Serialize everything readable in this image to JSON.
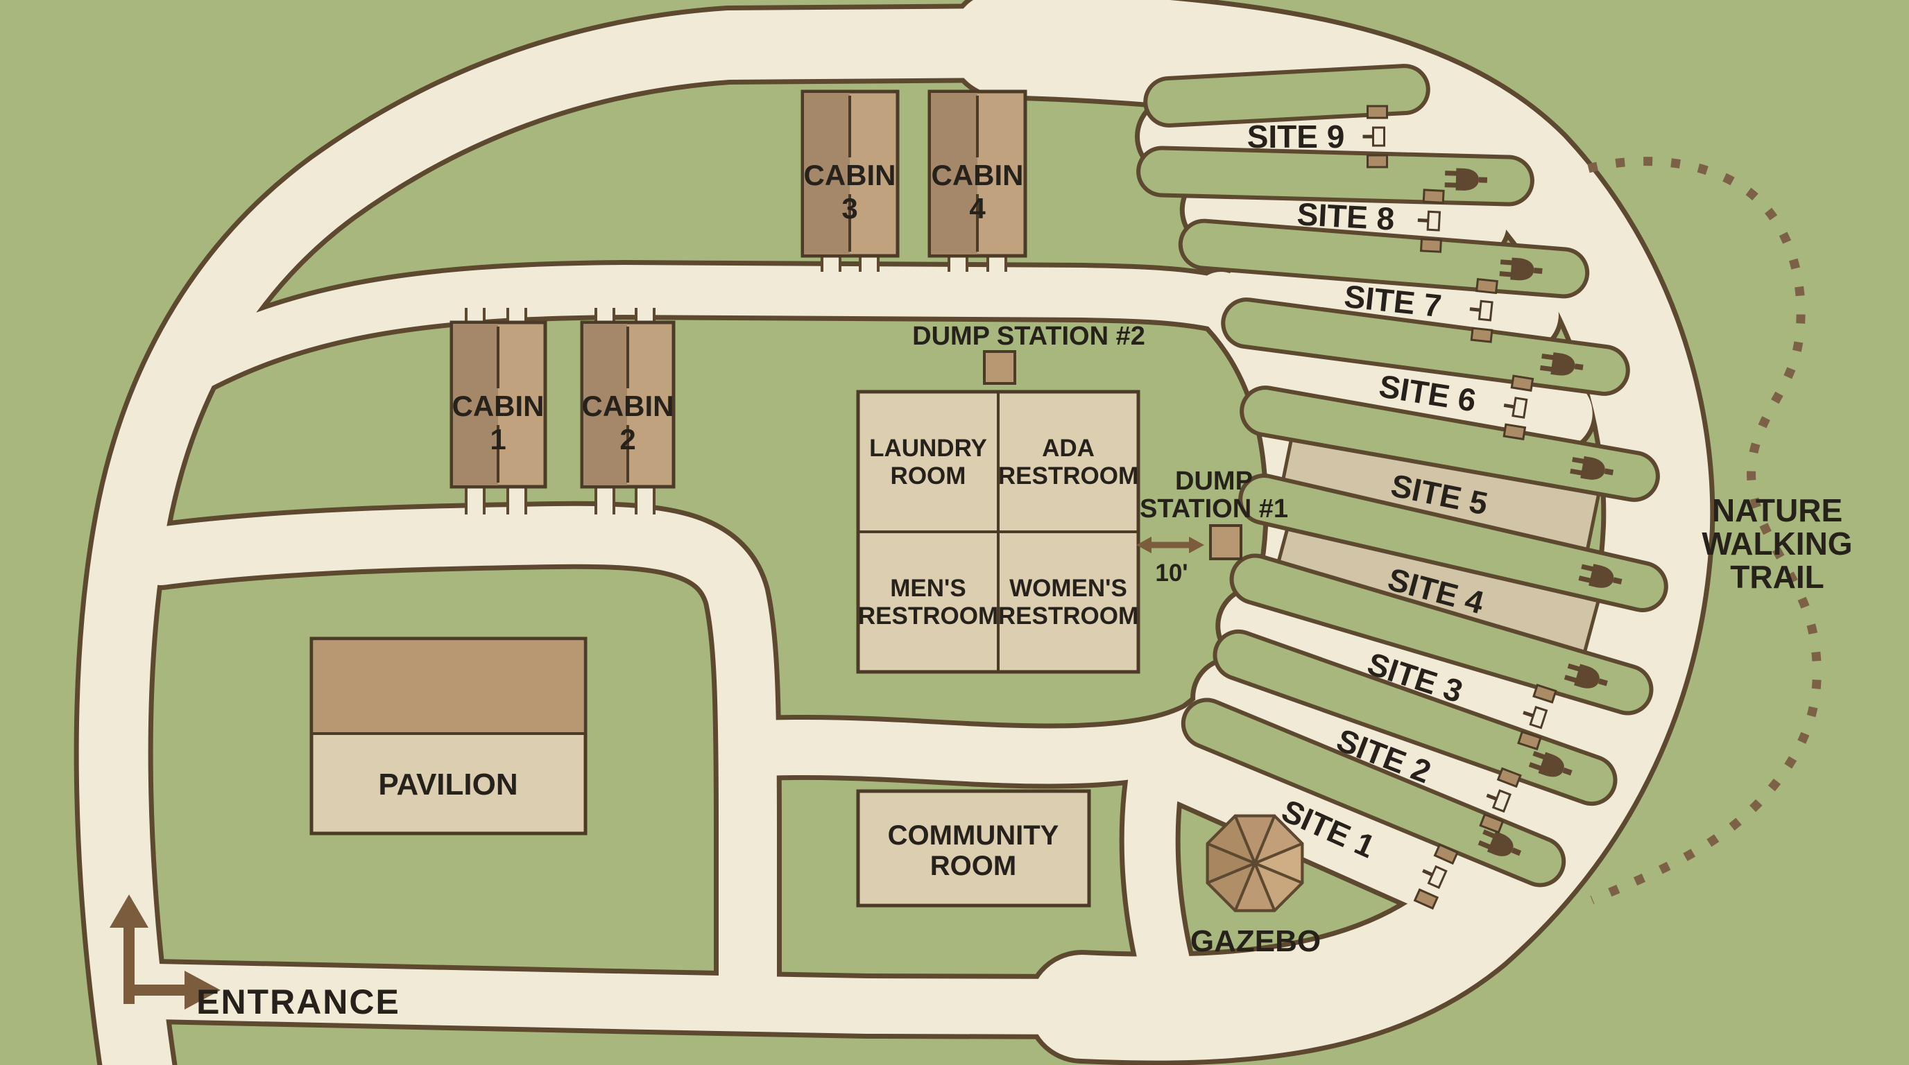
{
  "map_type": "campground-site-map",
  "sites": [
    {
      "label": "SITE 1"
    },
    {
      "label": "SITE 2"
    },
    {
      "label": "SITE 3"
    },
    {
      "label": "SITE 4"
    },
    {
      "label": "SITE 5"
    },
    {
      "label": "SITE 6"
    },
    {
      "label": "SITE 7"
    },
    {
      "label": "SITE 8"
    },
    {
      "label": "SITE 9"
    }
  ],
  "cabins": [
    {
      "name": "CABIN",
      "number": "1"
    },
    {
      "name": "CABIN",
      "number": "2"
    },
    {
      "name": "CABIN",
      "number": "3"
    },
    {
      "name": "CABIN",
      "number": "4"
    }
  ],
  "buildings": {
    "laundry": {
      "line1": "LAUNDRY",
      "line2": "ROOM"
    },
    "ada": {
      "line1": "ADA",
      "line2": "RESTROOM"
    },
    "mens": {
      "line1": "MEN'S",
      "line2": "RESTROOM"
    },
    "womens": {
      "line1": "WOMEN'S",
      "line2": "RESTROOM"
    },
    "pavilion": {
      "label": "PAVILION"
    },
    "community": {
      "line1": "COMMUNITY",
      "line2": "ROOM"
    },
    "gazebo": {
      "label": "GAZEBO"
    }
  },
  "dump_stations": {
    "station2": {
      "label": "DUMP STATION #2"
    },
    "station1": {
      "line1": "DUMP",
      "line2": "STATION #1",
      "distance": "10'"
    }
  },
  "entrance": {
    "label": "ENTRANCE"
  },
  "trail": {
    "line1": "NATURE",
    "line2": "WALKING",
    "line3": "TRAIL"
  },
  "icons": {
    "picnic_table": "picnic-table-icon",
    "power_hookup": "power-hookup-icon"
  },
  "colors": {
    "background_green": "#a8b77d",
    "road_cream": "#f1ead7",
    "outline_brown": "#5d4830",
    "building_beige": "#dccfb1",
    "building_tan": "#b79873",
    "cabin_dark": "#a5886a",
    "cabin_light": "#c0a27e",
    "site_pad_tan": "#d2c4a6",
    "icon_brown": "#5f4730",
    "trail_brown": "#7d6146",
    "text_dark": "#26211a"
  }
}
